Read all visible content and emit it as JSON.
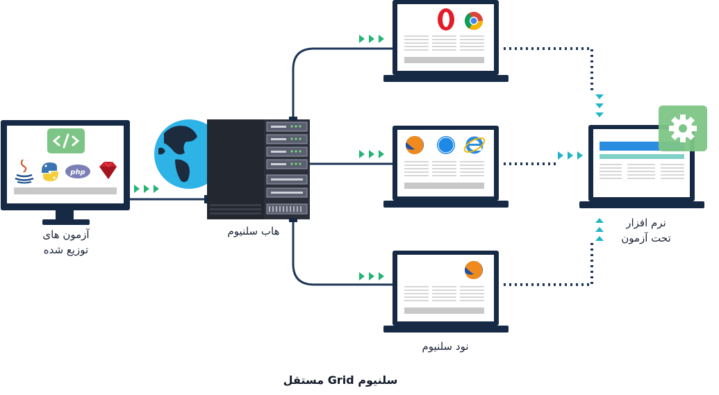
{
  "labels": {
    "distributed_tests_line1": "آزمون های",
    "distributed_tests_line2": "توزیع شده",
    "selenium_hub": "هاب سلنیوم",
    "selenium_node": "نود سلنیوم",
    "aut_line1": "نرم افزار",
    "aut_line2": "تحت آزمون",
    "caption": "سلنیوم Grid مستقل"
  },
  "icons": {
    "code": "code-brackets-icon",
    "php": "php",
    "opera": "O"
  },
  "colors": {
    "navy": "#172a45",
    "screen": "#ffffff",
    "line_dark": "#1d3557",
    "arrow_green": "#22b573",
    "arrow_teal": "#1fb5c9",
    "server_dark": "#2b2f3a",
    "gear_green": "#7dc586",
    "globe_blue": "#2db3e6",
    "globe_land": "#1d2b3f"
  }
}
